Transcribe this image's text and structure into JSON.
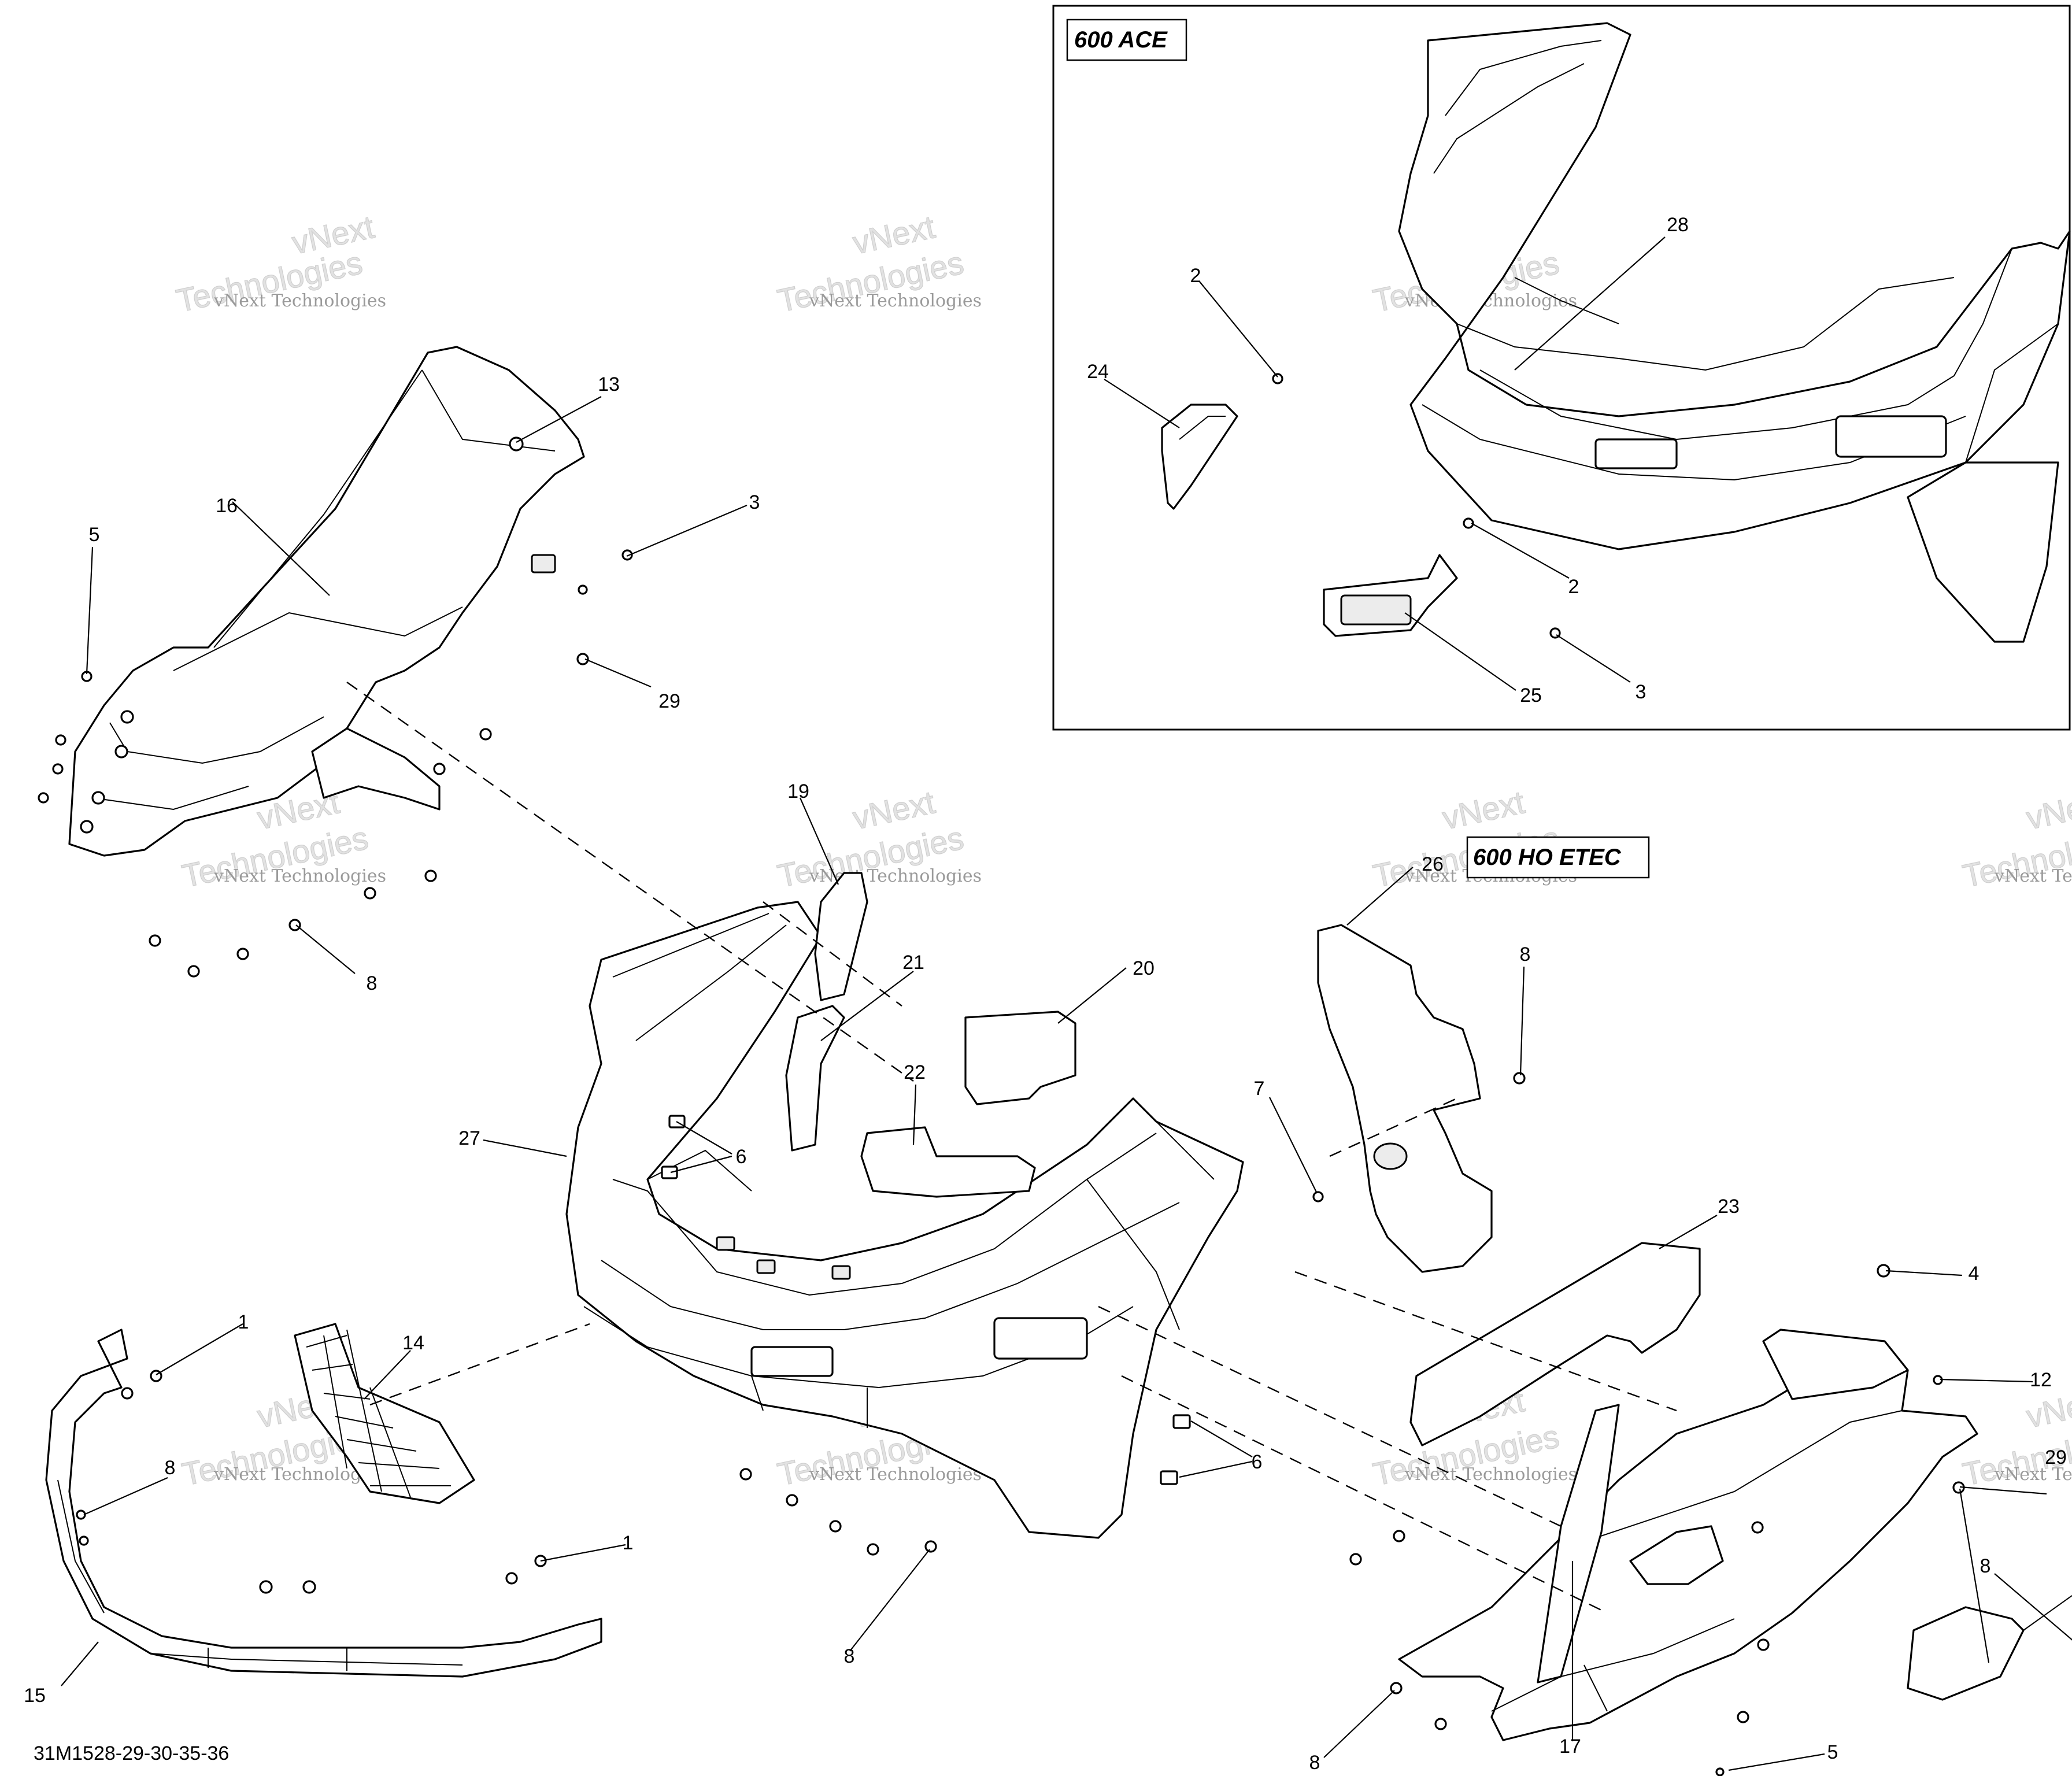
{
  "diagram": {
    "reference_code": "31M1528-29-30-35-36",
    "inset_labels": [
      "600 ACE",
      "600 HO ETEC"
    ],
    "watermark": {
      "line1": "vNext Technologies",
      "line2a": "vNext",
      "line2b": "Technologies"
    },
    "callouts": [
      {
        "id": "c13",
        "text": "13"
      },
      {
        "id": "c3a",
        "text": "3"
      },
      {
        "id": "c16",
        "text": "16"
      },
      {
        "id": "c5a",
        "text": "5"
      },
      {
        "id": "c29a",
        "text": "29"
      },
      {
        "id": "c8a",
        "text": "8"
      },
      {
        "id": "c19",
        "text": "19"
      },
      {
        "id": "c21",
        "text": "21"
      },
      {
        "id": "c20",
        "text": "20"
      },
      {
        "id": "c22",
        "text": "22"
      },
      {
        "id": "c27",
        "text": "27"
      },
      {
        "id": "c6a",
        "text": "6"
      },
      {
        "id": "c1a",
        "text": "1"
      },
      {
        "id": "c14",
        "text": "14"
      },
      {
        "id": "c8b",
        "text": "8"
      },
      {
        "id": "c1b",
        "text": "1"
      },
      {
        "id": "c15",
        "text": "15"
      },
      {
        "id": "c8c",
        "text": "8"
      },
      {
        "id": "c6b",
        "text": "6"
      },
      {
        "id": "c2a",
        "text": "2"
      },
      {
        "id": "c24",
        "text": "24"
      },
      {
        "id": "c28",
        "text": "28"
      },
      {
        "id": "c2b",
        "text": "2"
      },
      {
        "id": "c25",
        "text": "25"
      },
      {
        "id": "c3b",
        "text": "3"
      },
      {
        "id": "c26",
        "text": "26"
      },
      {
        "id": "c8d",
        "text": "8"
      },
      {
        "id": "c7",
        "text": "7"
      },
      {
        "id": "c23",
        "text": "23"
      },
      {
        "id": "c4",
        "text": "4"
      },
      {
        "id": "c12",
        "text": "12"
      },
      {
        "id": "c29b",
        "text": "29"
      },
      {
        "id": "c8e",
        "text": "8"
      },
      {
        "id": "c17",
        "text": "17"
      },
      {
        "id": "c8f",
        "text": "8"
      },
      {
        "id": "c5b",
        "text": "5"
      }
    ]
  }
}
